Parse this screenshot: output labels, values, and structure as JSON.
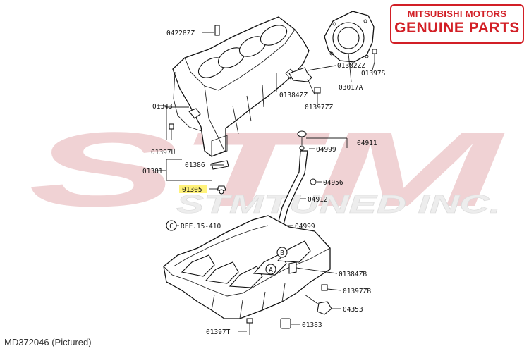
{
  "brand": {
    "line1": "MITSUBISHI MOTORS",
    "line2": "GENUINE PARTS",
    "color": "#d21f26"
  },
  "watermark": {
    "big": "STM",
    "sub": "STMTUNED INC.",
    "color": "#e2b4b6"
  },
  "caption": "MD372046  (Pictured)",
  "highlight_color": "#fff27a",
  "parts": [
    {
      "id": "p04228ZZ",
      "text": "04228ZZ"
    },
    {
      "id": "p01382ZZ",
      "text": "01382ZZ"
    },
    {
      "id": "p01397S",
      "text": "01397S"
    },
    {
      "id": "p03017A",
      "text": "03017A"
    },
    {
      "id": "p01384ZZ",
      "text": "01384ZZ"
    },
    {
      "id": "p01397ZZ",
      "text": "01397ZZ"
    },
    {
      "id": "p01343",
      "text": "01343"
    },
    {
      "id": "p01397U",
      "text": "01397U"
    },
    {
      "id": "p01386",
      "text": "01386"
    },
    {
      "id": "p01381",
      "text": "01381"
    },
    {
      "id": "p01305",
      "text": "01305",
      "highlight": true
    },
    {
      "id": "p04911",
      "text": "04911"
    },
    {
      "id": "p04999a",
      "text": "04999"
    },
    {
      "id": "p04956",
      "text": "04956"
    },
    {
      "id": "p04912",
      "text": "04912"
    },
    {
      "id": "p04999b",
      "text": "04999"
    },
    {
      "id": "pRef",
      "text": "REF.15-410"
    },
    {
      "id": "p01384ZB",
      "text": "01384ZB"
    },
    {
      "id": "p01397ZB",
      "text": "01397ZB"
    },
    {
      "id": "p04353",
      "text": "04353"
    },
    {
      "id": "p01397T",
      "text": "01397T"
    },
    {
      "id": "p01383",
      "text": "01383"
    }
  ],
  "callouts": {
    "c": "C",
    "a": "A",
    "b": "B"
  }
}
